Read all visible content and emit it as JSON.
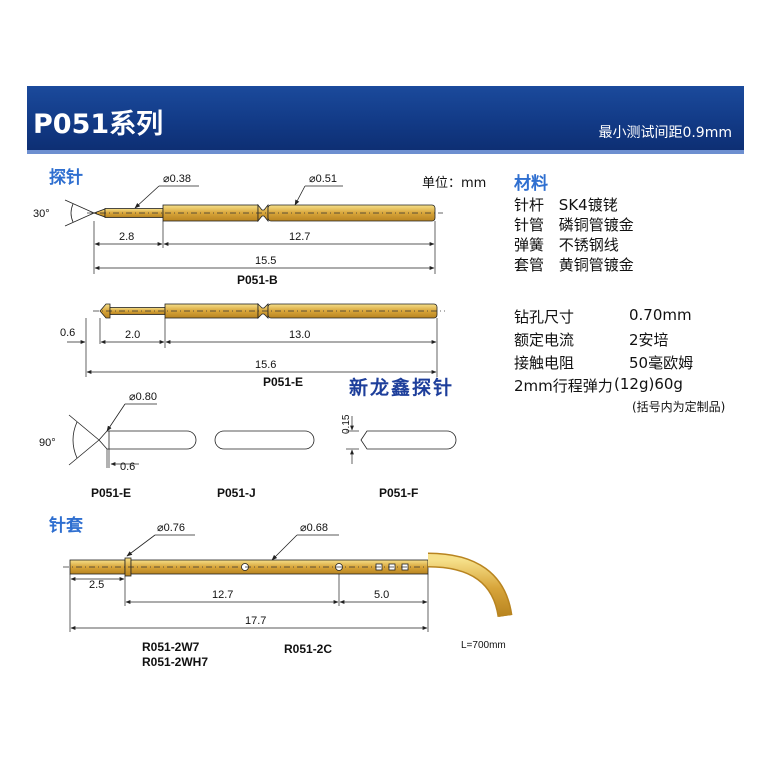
{
  "header": {
    "title": "P051系列",
    "subtitle": "最小测试间距0.9mm"
  },
  "sections": {
    "probe": "探针",
    "sleeve": "针套",
    "material": "材料"
  },
  "unit_label": "单位：mm",
  "brand_watermark": "新龙鑫探针",
  "materials": [
    {
      "part": "针杆",
      "value": "SK4镀铑"
    },
    {
      "part": "针管",
      "value": "磷铜管镀金"
    },
    {
      "part": "弹簧",
      "value": "不锈钢线"
    },
    {
      "part": "套管",
      "value": "黄铜管镀金"
    }
  ],
  "specs": [
    {
      "name": "钻孔尺寸",
      "value": "0.70mm"
    },
    {
      "name": "额定电流",
      "value": "2安培"
    },
    {
      "name": "接触电阻",
      "value": "50毫欧姆"
    },
    {
      "name": "2mm行程弹力",
      "value": "(12g)60g"
    }
  ],
  "spec_note": "(括号内为定制品)",
  "diagram_labels": {
    "b_tip_angle": "30°",
    "b_dia_tip": "⌀0.38",
    "b_dia_barrel": "⌀0.51",
    "b_len_tip": "2.8",
    "b_len_barrel": "12.7",
    "b_len_total": "15.5",
    "b_name": "P051-B",
    "e_tip_len": "0.6",
    "e_len_tip": "2.0",
    "e_len_barrel": "13.0",
    "e_len_total": "15.6",
    "e_name": "P051-E",
    "de_dia": "⌀0.80",
    "de_angle": "90°",
    "de_len": "0.6",
    "de_name": "P051-E",
    "dj_name": "P051-J",
    "df_len": "0.15",
    "df_name": "P051-F",
    "s_dia_head": "⌀0.76",
    "s_dia_tube": "⌀0.68",
    "s_len_head": "2.5",
    "s_len_mid": "12.7",
    "s_len_tail": "5.0",
    "s_len_total": "17.7",
    "s_name_1": "R051-2W7",
    "s_name_2": "R051-2WH7",
    "s_name_3": "R051-2C",
    "s_wire_len": "L=700mm"
  },
  "colors": {
    "header": "#123a86",
    "accent": "#2f6fd0",
    "gold": "#e3b84a"
  }
}
